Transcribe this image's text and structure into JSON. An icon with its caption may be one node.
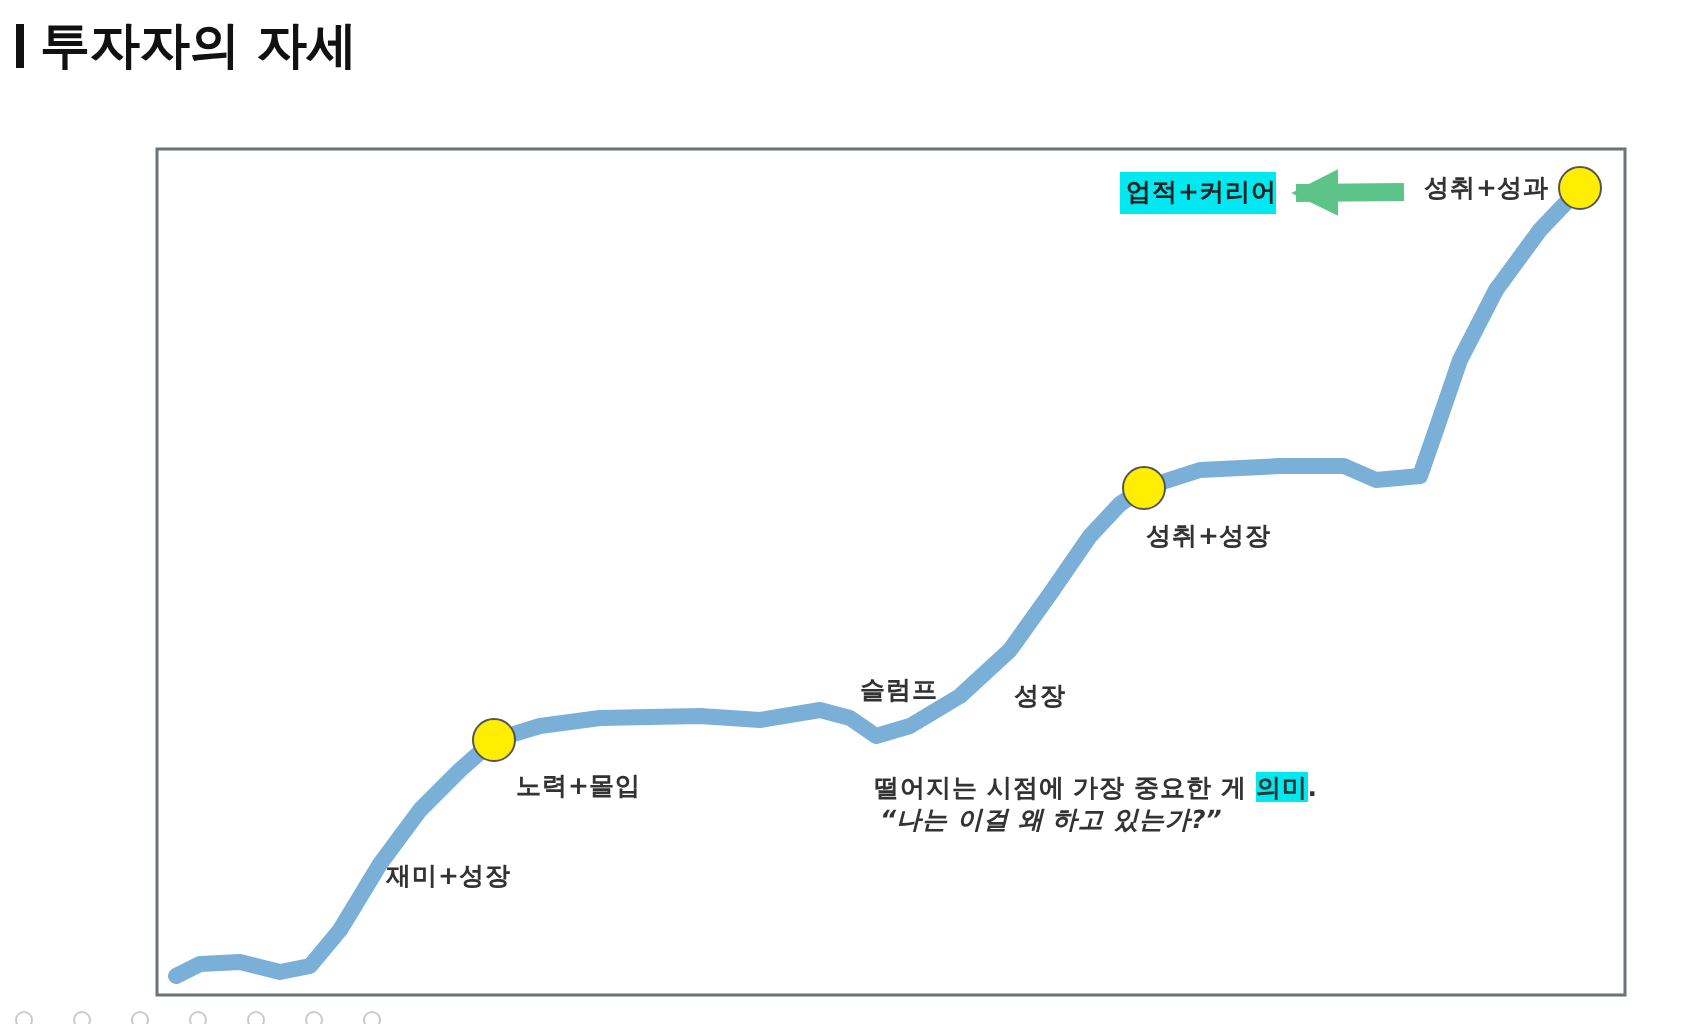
{
  "diagram": {
    "title": "투자자의 자세",
    "nodes": [
      {
        "text": [
          "업적+커리어"
        ]
      },
      {
        "text": [],
        "shape": "circle",
        "beside": [
          "성취+성과"
        ]
      },
      {
        "text": [],
        "shape": "circle",
        "beside": [
          "성취+성장"
        ]
      },
      {
        "text": [],
        "shape": "circle",
        "beside": [
          "노력+몰입"
        ]
      }
    ],
    "edges": [
      {
        "from": 1,
        "to": 0,
        "arrow": "to"
      }
    ],
    "labels": [
      "슬럼프",
      "성장",
      "떨어지는 시점에 가장 중요한 게 **의미**.",
      "“나는 이걸 왜 하고 있는가?”",
      "재미+성장"
    ]
  }
}
